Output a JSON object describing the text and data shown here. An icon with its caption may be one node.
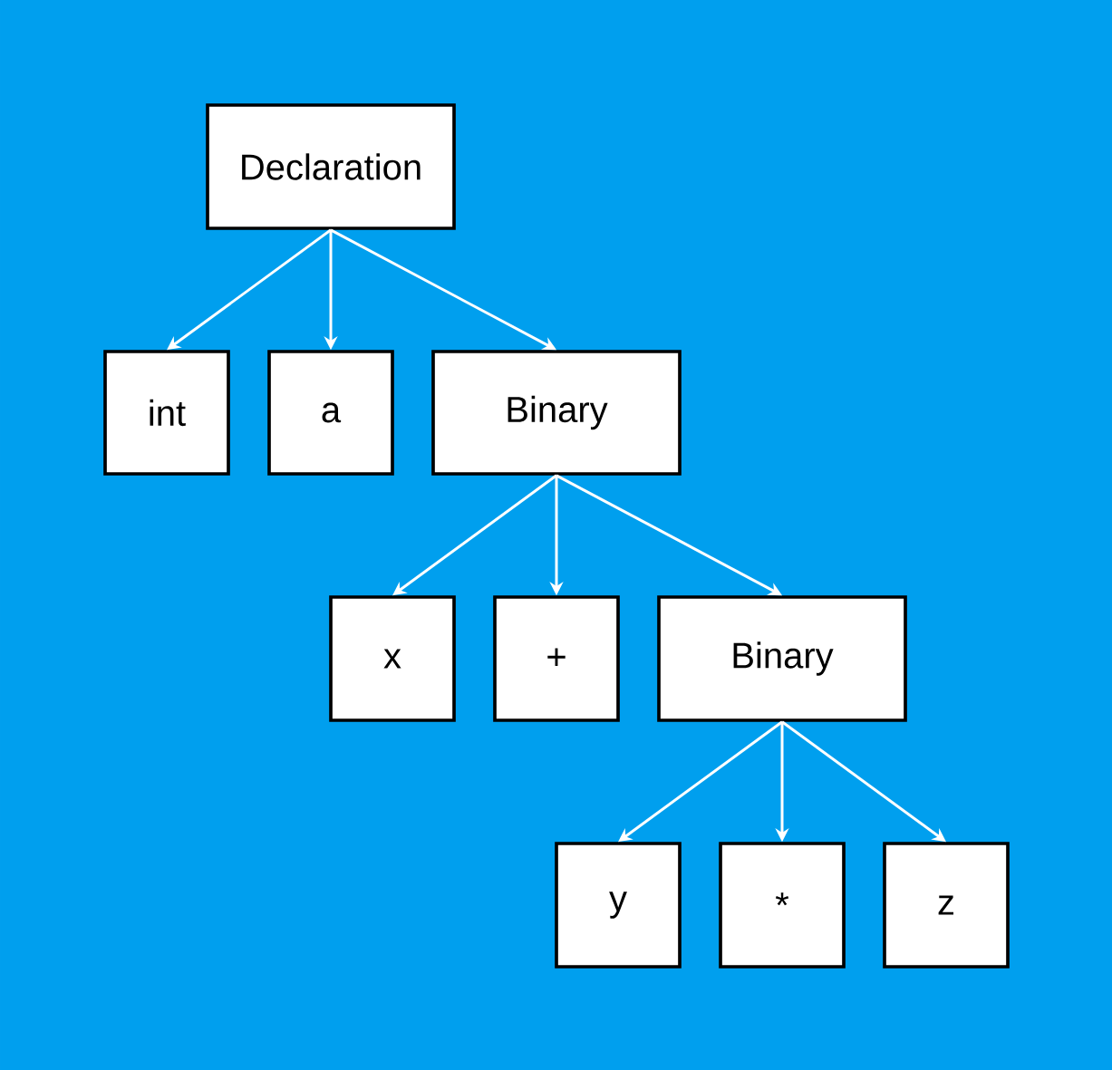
{
  "diagram": {
    "nodes": [
      {
        "text": [
          "Declaration"
        ]
      },
      {
        "text": [
          "int"
        ]
      },
      {
        "text": [
          "a"
        ]
      },
      {
        "text": [
          "Binary"
        ]
      },
      {
        "text": [
          "x"
        ]
      },
      {
        "text": [
          "+"
        ]
      },
      {
        "text": [
          "Binary"
        ]
      },
      {
        "text": [
          "y"
        ]
      },
      {
        "text": [
          "*"
        ]
      },
      {
        "text": [
          "z"
        ]
      }
    ],
    "edges": [
      {
        "from": 0,
        "to": 1,
        "arrow": "to"
      },
      {
        "from": 0,
        "to": 2,
        "arrow": "to"
      },
      {
        "from": 0,
        "to": 3,
        "arrow": "to"
      },
      {
        "from": 3,
        "to": 4,
        "arrow": "to"
      },
      {
        "from": 3,
        "to": 5,
        "arrow": "to"
      },
      {
        "from": 3,
        "to": 6,
        "arrow": "to"
      },
      {
        "from": 6,
        "to": 7,
        "arrow": "to"
      },
      {
        "from": 6,
        "to": 8,
        "arrow": "to"
      },
      {
        "from": 6,
        "to": 9,
        "arrow": "to"
      }
    ]
  }
}
